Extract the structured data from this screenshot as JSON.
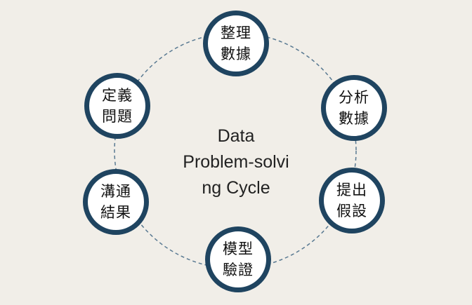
{
  "diagram": {
    "center_lines": [
      "Data",
      "Problem-solvi",
      "ng Cycle"
    ],
    "nodes": [
      {
        "id": "organize-data",
        "lines": [
          "整理",
          "數據"
        ]
      },
      {
        "id": "analyze-data",
        "lines": [
          "分析",
          "數據"
        ]
      },
      {
        "id": "propose-hypothesis",
        "lines": [
          "提出",
          "假設"
        ]
      },
      {
        "id": "model-validation",
        "lines": [
          "模型",
          "驗證"
        ]
      },
      {
        "id": "communicate-results",
        "lines": [
          "溝通",
          "結果"
        ]
      },
      {
        "id": "define-problem",
        "lines": [
          "定義",
          "問題"
        ]
      }
    ],
    "colors": {
      "background": "#f1eee8",
      "node_border": "#1f4460",
      "node_fill": "#ffffff",
      "connector": "#5a7a92"
    }
  }
}
